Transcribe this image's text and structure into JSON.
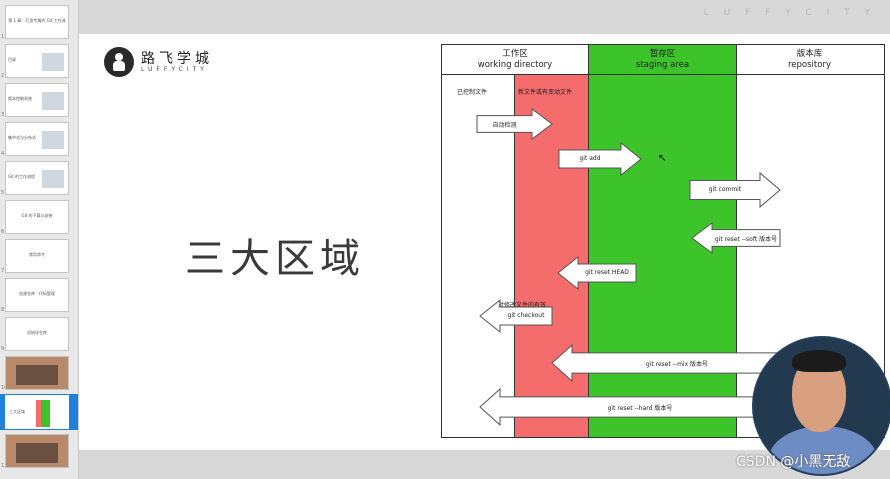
{
  "sidebar": {
    "slides": [
      {
        "num": "1",
        "text": "第 1 章：打造专属的 Git 工作流",
        "kind": "text"
      },
      {
        "num": "2",
        "text": "目录",
        "kind": "text-table"
      },
      {
        "num": "3",
        "text": "版本控制系统",
        "kind": "text-image"
      },
      {
        "num": "4",
        "text": "集中式与分布式",
        "kind": "text-image"
      },
      {
        "num": "5",
        "text": "Git 的工作流程",
        "kind": "text-table"
      },
      {
        "num": "6",
        "text": "Git 的下载与安装",
        "kind": "text"
      },
      {
        "num": "7",
        "text": "常用命令",
        "kind": "text"
      },
      {
        "num": "8",
        "text": "创建仓库 · 代码管理",
        "kind": "text"
      },
      {
        "num": "9",
        "text": "初始化仓库",
        "kind": "text"
      },
      {
        "num": "10",
        "text": "",
        "kind": "photo"
      },
      {
        "num": "11",
        "text": "三大区域",
        "kind": "selected"
      },
      {
        "num": "12",
        "text": "",
        "kind": "photo"
      }
    ],
    "selected_index": 10
  },
  "header": {
    "brand_watermark": "L U F F Y C I T Y"
  },
  "slide": {
    "logo_title": "路飞学城",
    "logo_sub": "LUFFYCITY",
    "title": "三大区域",
    "diagram": {
      "columns": [
        {
          "cn": "工作区",
          "en": "working directory"
        },
        {
          "cn": "暂存区",
          "en": "staging area"
        },
        {
          "cn": "版本库",
          "en": "repository"
        }
      ],
      "label_tracked": "已控制文件",
      "label_new": "新文件或有变动文件",
      "arrows": [
        {
          "text": "自动检测"
        },
        {
          "text": "git add"
        },
        {
          "text": "git commit"
        },
        {
          "text": "git reset --soft 版本号"
        },
        {
          "text": "git reset HEAD"
        },
        {
          "text": "git checkout",
          "note": "对修改文件的有效"
        },
        {
          "text": "git reset --mix 版本号"
        },
        {
          "text": "git reset --hard 版本号"
        }
      ],
      "colors": {
        "red": "#f56c6c",
        "green": "#3cc42a"
      }
    }
  },
  "overlay": {
    "watermark": "CSDN @小黑无敌"
  }
}
